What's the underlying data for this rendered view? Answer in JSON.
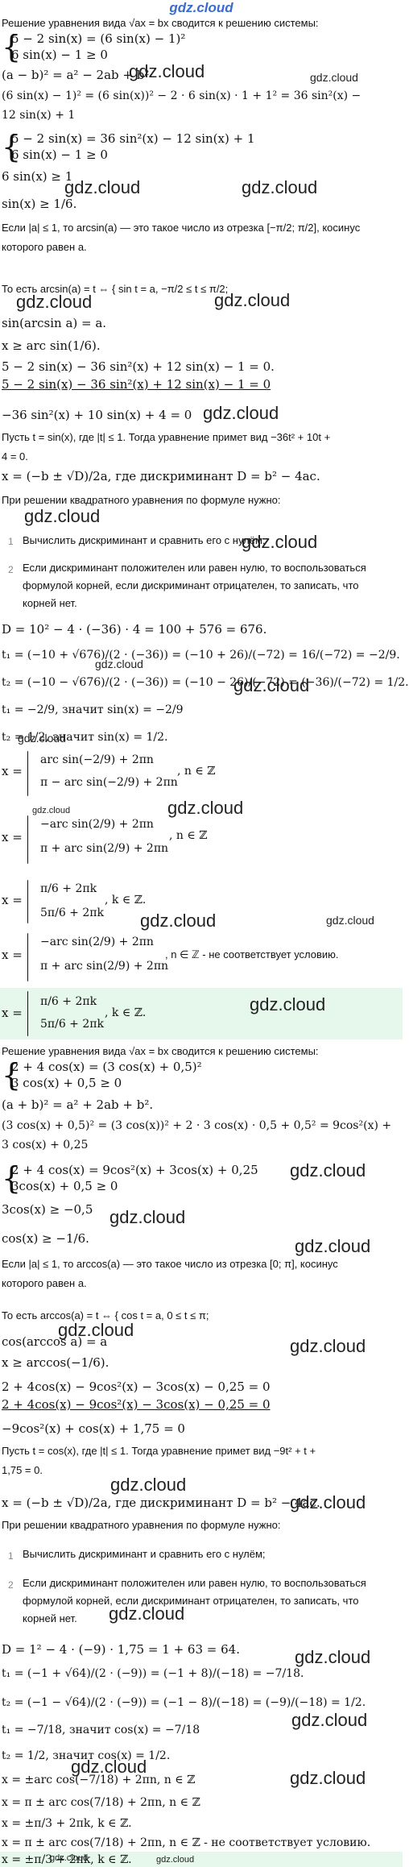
{
  "header": {
    "site": "gdz.cloud"
  },
  "watermark": "gdz.cloud",
  "part1": {
    "intro": "Решение уравнения вида √ax = bx сводится к решению системы:",
    "sys1_r1": "5 − 2 sin(x) = (6 sin(x) − 1)²",
    "sys1_r2": "6 sin(x) − 1 ≥ 0",
    "formula": "(a − b)² = a² − 2ab + b²",
    "expand1": "(6 sin(x) − 1)² = (6 sin(x))² − 2 · 6 sin(x) · 1 + 1² = 36 sin²(x) −",
    "expand2": "12 sin(x) + 1",
    "sys2_r1": "5 − 2 sin(x) = 36 sin²(x) − 12 sin(x) + 1",
    "sys2_r2": "6 sin(x) − 1 ≥ 0",
    "ineq1": "6 sin(x) ≥ 1",
    "ineq2": "sin(x) ≥ 1/6.",
    "def1": "Если |a| ≤ 1, то arcsin(a) — это такое число из отрезка [−π/2; π/2], косинус",
    "def2": "которого равен a.",
    "def3": "То есть arcsin(a) = t ⇔ { sin t = a, −π/2 ≤ t ≤ π/2;",
    "def4": "sin(arcsin a) = a.",
    "res1": "x ≥ arc sin(1/6).",
    "eq1": "5 − 2 sin(x) − 36 sin²(x) + 12 sin(x) − 1 = 0.",
    "eq2": "5 − 2 sin(x) − 36 sin²(x) + 12 sin(x) − 1 = 0",
    "eq3": "−36 sin²(x) + 10 sin(x) + 4 = 0",
    "sub1": "Пусть t = sin(x), где |t| ≤ 1. Тогда уравнение примет вид −36t² + 10t +",
    "sub2": "4 = 0.",
    "disc": "x = (−b ± √D)/2a, где дискриминант D = b² − 4ac.",
    "rule": "При решении квадратного уравнения по формуле нужно:",
    "step1_num": "1",
    "step1": "Вычислить дискриминант и сравнить его с нулём;",
    "step2_num": "2",
    "step2": "Если дискриминант положителен или равен нулю, то воспользоваться формулой корней, если дискриминант отрицателен, то записать, что корней нет.",
    "dcalc": "D = 10² − 4 · (−36) · 4 = 100 + 576 = 676.",
    "t1": "t₁ = (−10 + √676)/(2 · (−36)) = (−10 + 26)/(−72) = 16/(−72) = −2/9.",
    "t2": "t₂ = (−10 − √676)/(2 · (−36)) = (−10 − 26)/(−72) = (−36)/(−72) = 1/2.",
    "t1s": "t₁ = −2/9, значит sin(x) = −2/9",
    "t2s": "t₂ = 1/2, значит sin(x) = 1/2.",
    "xa1": "arc sin(−2/9) + 2πn",
    "xa2": "π − arc sin(−2/9) + 2πn",
    "xa_cond": ", n ∈ ℤ",
    "xb1": "−arc sin(2/9) + 2πn",
    "xb2": "π + arc sin(2/9) + 2πn",
    "xb_cond": ", n ∈ ℤ",
    "xc1": "π/6 + 2πk",
    "xc2": "5π/6 + 2πk",
    "xc_cond": ", k ∈ ℤ.",
    "xd1": "−arc sin(2/9) + 2πn",
    "xd2": "π + arc sin(2/9) + 2πn",
    "xd_cond": ", n ∈ ℤ - не соответствует условию.",
    "xe1": "π/6 + 2πk",
    "xe2": "5π/6 + 2πk",
    "xe_cond": ", k ∈ ℤ."
  },
  "part2": {
    "intro": "Решение уравнения вида √ax = bx сводится к решению системы:",
    "sys1_r1": "2 + 4 cos(x) = (3 cos(x) + 0,5)²",
    "sys1_r2": "3 cos(x) + 0,5 ≥ 0",
    "formula": "(a + b)² = a² + 2ab + b².",
    "expand1": "(3 cos(x) + 0,5)² = (3 cos(x))² + 2 · 3 cos(x) · 0,5 + 0,5² = 9cos²(x) +",
    "expand2": "3 cos(x) + 0,25",
    "sys2_r1": "2 + 4 cos(x) = 9cos²(x) + 3cos(x) + 0,25",
    "sys2_r2": "3cos(x) + 0,5 ≥ 0",
    "ineq1": "3cos(x) ≥ −0,5",
    "ineq2": "cos(x) ≥ −1/6.",
    "def1": "Если |a| ≤ 1, то arccos(a) — это такое число из отрезка [0; π], косинус",
    "def2": "которого равен a.",
    "def3": "То есть arccos(a) = t ⇔ { cos t = a, 0 ≤ t ≤ π;",
    "def4": "cos(arccos a) = a",
    "res1": "x ≥ arccos(−1/6).",
    "eq1": "2 + 4cos(x) − 9cos²(x) − 3cos(x) − 0,25 = 0",
    "eq2": "2 + 4cos(x) − 9cos²(x) − 3cos(x) − 0,25 = 0",
    "eq3": "−9cos²(x) + cos(x) + 1,75 = 0",
    "sub1": "Пусть t = cos(x), где |t| ≤ 1. Тогда уравнение примет вид −9t² + t +",
    "sub2": "1,75 = 0.",
    "disc": "x = (−b ± √D)/2a, где дискриминант D = b² − 4ac.",
    "rule": "При решении квадратного уравнения по формуле нужно:",
    "step1_num": "1",
    "step1": "Вычислить дискриминант и сравнить его с нулём;",
    "step2_num": "2",
    "step2": "Если дискриминант положителен или равен нулю, то воспользоваться формулой корней, если дискриминант отрицателен, то записать, что корней нет.",
    "dcalc": "D = 1² − 4 · (−9) · 1,75 = 1 + 63 = 64.",
    "t1": "t₁ = (−1 + √64)/(2 · (−9)) = (−1 + 8)/(−18) = −7/18.",
    "t2": "t₂ = (−1 − √64)/(2 · (−9)) = (−1 − 8)/(−18) = (−9)/(−18) = 1/2.",
    "t1s": "t₁ = −7/18, значит cos(x) = −7/18",
    "t2s": "t₂ = 1/2, значит cos(x) = 1/2.",
    "x1": "x = ±arc cos(−7/18) + 2πn, n ∈ ℤ",
    "x2": "x = π ± arc cos(7/18) + 2πn, n ∈ ℤ",
    "x3": "x = ±π/3 + 2πk, k ∈ ℤ.",
    "x4": "x = π ± arc cos(7/18) + 2πn, n ∈ ℤ - не соответствует условию.",
    "x5": "x = ±π/3 + 2πk, k ∈ ℤ."
  }
}
